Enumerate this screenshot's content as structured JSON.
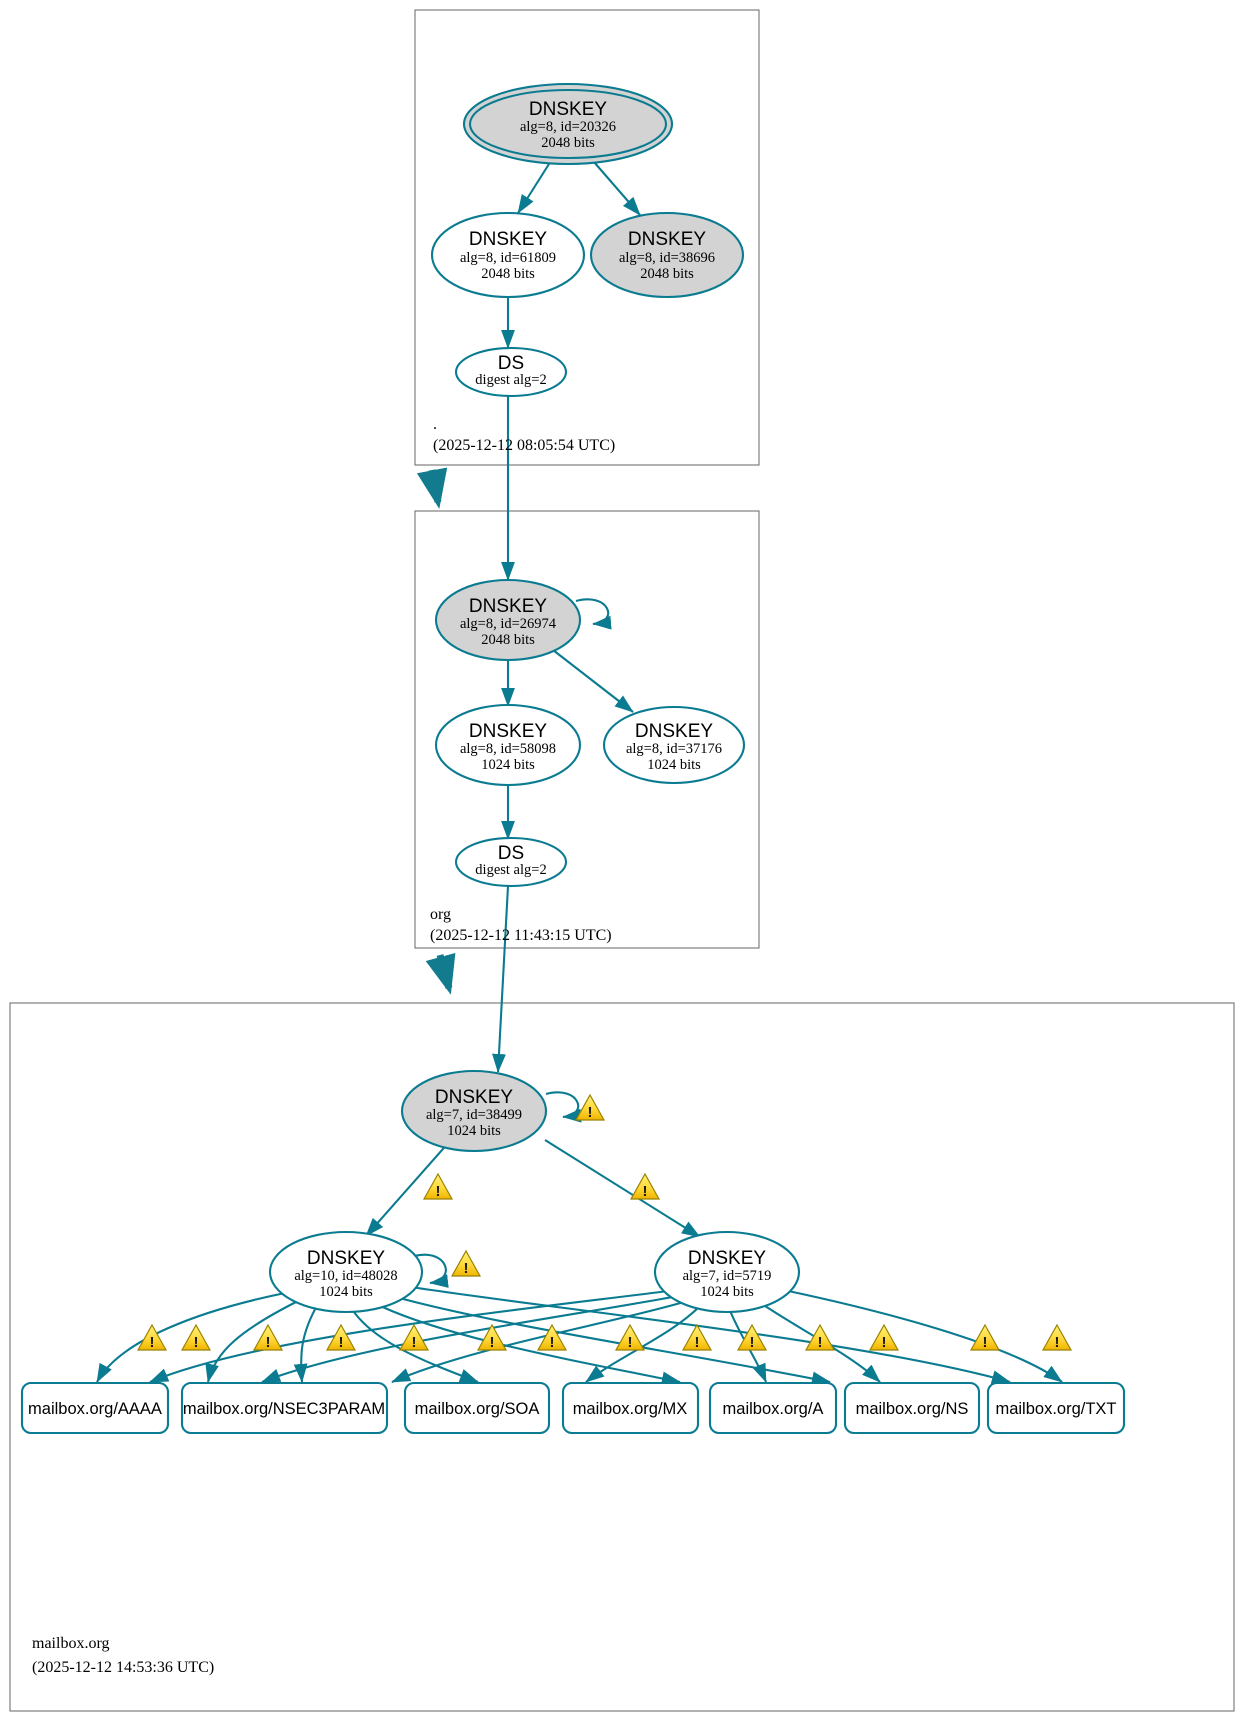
{
  "diagram": {
    "title": "DNSSEC Authentication Chain",
    "accent_color": "#0a7b90",
    "node_fill_secure": "#d3d3d3",
    "node_fill_plain": "#ffffff",
    "warning_fill": "#ffd84d",
    "zone_border_color": "#666666"
  },
  "zones": [
    {
      "name": "root",
      "label": ".",
      "timestamp": "(2025-12-12 08:05:54 UTC)",
      "nodes": [
        {
          "id": "root-ksk",
          "type": "DNSKEY",
          "title": "DNSKEY",
          "detail": "alg=8, id=20326",
          "bits": "2048 bits",
          "alg": 8,
          "key_id": 20326,
          "key_size": 2048,
          "fill": "gray",
          "double_border": true,
          "self_sign": true
        },
        {
          "id": "root-zsk-61809",
          "type": "DNSKEY",
          "title": "DNSKEY",
          "detail": "alg=8, id=61809",
          "bits": "2048 bits",
          "alg": 8,
          "key_id": 61809,
          "key_size": 2048,
          "fill": "white",
          "double_border": false,
          "self_sign": false
        },
        {
          "id": "root-key-38696",
          "type": "DNSKEY",
          "title": "DNSKEY",
          "detail": "alg=8, id=38696",
          "bits": "2048 bits",
          "alg": 8,
          "key_id": 38696,
          "key_size": 2048,
          "fill": "gray",
          "double_border": false,
          "self_sign": false
        },
        {
          "id": "root-ds",
          "type": "DS",
          "title": "DS",
          "detail": "digest alg=2",
          "bits": "",
          "fill": "white",
          "double_border": false,
          "self_sign": false
        }
      ]
    },
    {
      "name": "org",
      "label": "org",
      "timestamp": "(2025-12-12 11:43:15 UTC)",
      "nodes": [
        {
          "id": "org-ksk",
          "type": "DNSKEY",
          "title": "DNSKEY",
          "detail": "alg=8, id=26974",
          "bits": "2048 bits",
          "alg": 8,
          "key_id": 26974,
          "key_size": 2048,
          "fill": "gray",
          "double_border": false,
          "self_sign": true
        },
        {
          "id": "org-zsk-58098",
          "type": "DNSKEY",
          "title": "DNSKEY",
          "detail": "alg=8, id=58098",
          "bits": "1024 bits",
          "alg": 8,
          "key_id": 58098,
          "key_size": 1024,
          "fill": "white",
          "double_border": false,
          "self_sign": false
        },
        {
          "id": "org-key-37176",
          "type": "DNSKEY",
          "title": "DNSKEY",
          "detail": "alg=8, id=37176",
          "bits": "1024 bits",
          "alg": 8,
          "key_id": 37176,
          "key_size": 1024,
          "fill": "white",
          "double_border": false,
          "self_sign": false
        },
        {
          "id": "org-ds",
          "type": "DS",
          "title": "DS",
          "detail": "digest alg=2",
          "bits": "",
          "fill": "white",
          "double_border": false,
          "self_sign": false
        }
      ]
    },
    {
      "name": "mailbox.org",
      "label": "mailbox.org",
      "timestamp": "(2025-12-12 14:53:36 UTC)",
      "nodes": [
        {
          "id": "mb-ksk",
          "type": "DNSKEY",
          "title": "DNSKEY",
          "detail": "alg=7, id=38499",
          "bits": "1024 bits",
          "alg": 7,
          "key_id": 38499,
          "key_size": 1024,
          "fill": "gray",
          "double_border": false,
          "self_sign": true
        },
        {
          "id": "mb-zsk-48028",
          "type": "DNSKEY",
          "title": "DNSKEY",
          "detail": "alg=10, id=48028",
          "bits": "1024 bits",
          "alg": 10,
          "key_id": 48028,
          "key_size": 1024,
          "fill": "white",
          "double_border": false,
          "self_sign": true
        },
        {
          "id": "mb-zsk-5719",
          "type": "DNSKEY",
          "title": "DNSKEY",
          "detail": "alg=7, id=5719",
          "bits": "1024 bits",
          "alg": 7,
          "key_id": 5719,
          "key_size": 1024,
          "fill": "white",
          "double_border": false,
          "self_sign": false
        }
      ],
      "rrsets": [
        {
          "id": "rr-aaaa",
          "label": "mailbox.org/AAAA"
        },
        {
          "id": "rr-nsec3param",
          "label": "mailbox.org/NSEC3PARAM"
        },
        {
          "id": "rr-soa",
          "label": "mailbox.org/SOA"
        },
        {
          "id": "rr-mx",
          "label": "mailbox.org/MX"
        },
        {
          "id": "rr-a",
          "label": "mailbox.org/A"
        },
        {
          "id": "rr-ns",
          "label": "mailbox.org/NS"
        },
        {
          "id": "rr-txt",
          "label": "mailbox.org/TXT"
        }
      ]
    }
  ],
  "warnings": {
    "glyph": "!",
    "count": 17,
    "name": "warning-icon"
  }
}
